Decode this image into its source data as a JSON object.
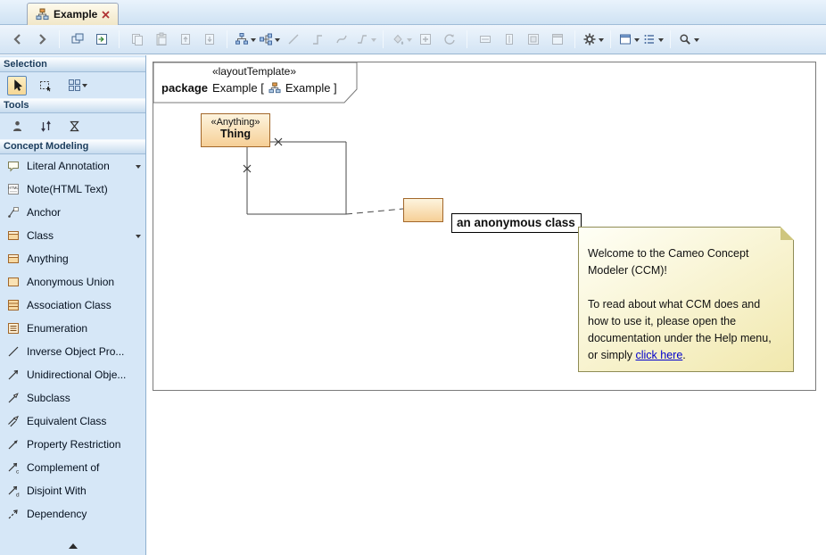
{
  "tabs": [
    {
      "label": "Example"
    }
  ],
  "toolbar": {
    "icons": [
      "back-arrow",
      "forward-arrow",
      "cascade-windows",
      "open-diagram",
      "copy",
      "paste",
      "page-up",
      "page-down",
      "layout-hierarchy",
      "layout-orthogonal",
      "path-oblique",
      "path-rectilinear",
      "path-bezier",
      "path-style",
      "paint-bucket",
      "add-shape",
      "refresh",
      "fit-width",
      "fit-height",
      "fit-window",
      "maximize-window",
      "settings-gear",
      "window",
      "list",
      "search"
    ]
  },
  "sidebar": {
    "sections": [
      {
        "title": "Selection"
      },
      {
        "title": "Tools"
      },
      {
        "title": "Concept Modeling"
      }
    ],
    "concept_items": [
      {
        "label": "Literal Annotation"
      },
      {
        "label": "Note(HTML Text)"
      },
      {
        "label": "Anchor"
      },
      {
        "label": "Class"
      },
      {
        "label": "Anything"
      },
      {
        "label": "Anonymous Union"
      },
      {
        "label": "Association Class"
      },
      {
        "label": "Enumeration"
      },
      {
        "label": "Inverse Object Pro..."
      },
      {
        "label": "Unidirectional Obje..."
      },
      {
        "label": "Subclass"
      },
      {
        "label": "Equivalent Class"
      },
      {
        "label": "Property Restriction"
      },
      {
        "label": "Complement of"
      },
      {
        "label": "Disjoint With"
      },
      {
        "label": "Dependency"
      }
    ]
  },
  "diagram": {
    "frame_header": {
      "stereotype": "«layoutTemplate»",
      "keyword": "package",
      "name_pre": "Example [",
      "name_post": "Example ]"
    },
    "thing": {
      "stereotype": "«Anything»",
      "name": "Thing"
    },
    "anonymous_label": "an anonymous class",
    "note": {
      "lines": [
        "Welcome to the Cameo Concept",
        "Modeler (CCM)!",
        "",
        "To read about what CCM does and",
        "how to use it, please open the",
        "documentation under the Help menu,"
      ],
      "last_prefix": "or simply ",
      "link": "click here",
      "last_suffix": "."
    }
  },
  "colors": {
    "panel_blue": "#d6e7f7",
    "class_fill_top": "#fdf4de",
    "class_fill_bottom": "#f6cf96",
    "class_border": "#a2672a",
    "note_fill": "#f1e8ad",
    "note_border": "#8f8c55",
    "link": "#0000cc",
    "selection_tool_bg": "#f6d794"
  }
}
